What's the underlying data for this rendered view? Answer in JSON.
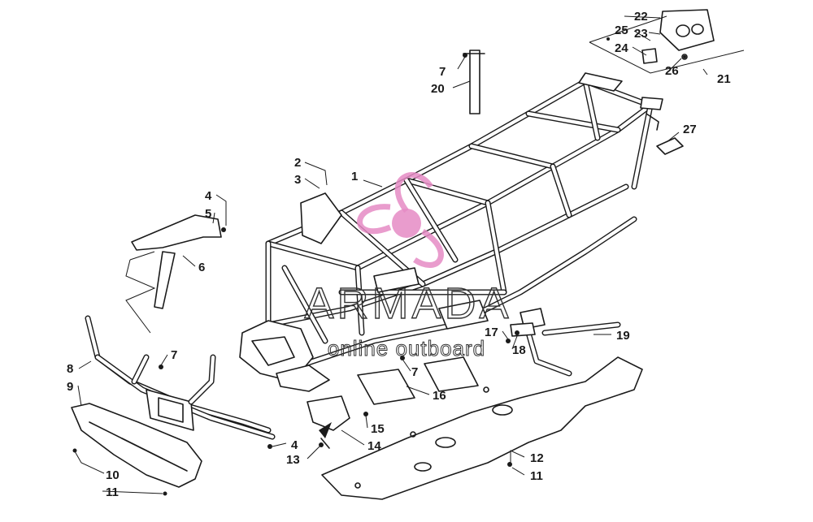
{
  "watermark": {
    "brand": "ARMADA",
    "tagline": "online outboard",
    "logo_color": "#e58bc4"
  },
  "callouts": [
    {
      "id": "c1",
      "label": "1"
    },
    {
      "id": "c2",
      "label": "2"
    },
    {
      "id": "c3",
      "label": "3"
    },
    {
      "id": "c4a",
      "label": "4"
    },
    {
      "id": "c4b",
      "label": "4"
    },
    {
      "id": "c5",
      "label": "5"
    },
    {
      "id": "c6",
      "label": "6"
    },
    {
      "id": "c7a",
      "label": "7"
    },
    {
      "id": "c7b",
      "label": "7"
    },
    {
      "id": "c7c",
      "label": "7"
    },
    {
      "id": "c8",
      "label": "8"
    },
    {
      "id": "c9",
      "label": "9"
    },
    {
      "id": "c10",
      "label": "10"
    },
    {
      "id": "c11a",
      "label": "11"
    },
    {
      "id": "c11b",
      "label": "11"
    },
    {
      "id": "c12",
      "label": "12"
    },
    {
      "id": "c13",
      "label": "13"
    },
    {
      "id": "c14",
      "label": "14"
    },
    {
      "id": "c15",
      "label": "15"
    },
    {
      "id": "c16",
      "label": "16"
    },
    {
      "id": "c17",
      "label": "17"
    },
    {
      "id": "c18",
      "label": "18"
    },
    {
      "id": "c19",
      "label": "19"
    },
    {
      "id": "c20",
      "label": "20"
    },
    {
      "id": "c21",
      "label": "21"
    },
    {
      "id": "c22",
      "label": "22"
    },
    {
      "id": "c23",
      "label": "23"
    },
    {
      "id": "c24",
      "label": "24"
    },
    {
      "id": "c25",
      "label": "25"
    },
    {
      "id": "c26",
      "label": "26"
    },
    {
      "id": "c27",
      "label": "27"
    }
  ]
}
